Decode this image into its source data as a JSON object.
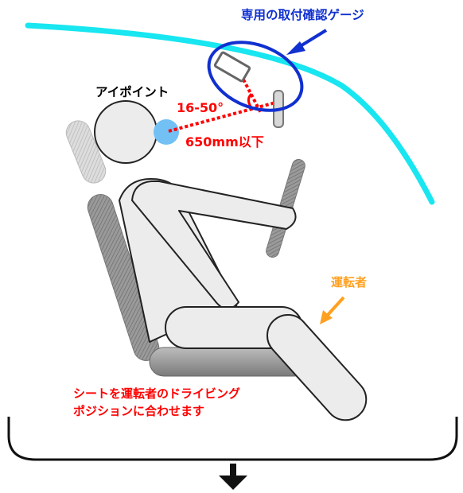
{
  "labels": {
    "gauge_title": "専用の取付確認ゲージ",
    "eye_point": "アイポイント",
    "angle": "16-50°",
    "distance": "650mm以下",
    "driver": "運転者",
    "seat_instruction_line1": "シートを運転者のドライビング",
    "seat_instruction_line2": "ポジションに合わせます"
  },
  "colors": {
    "windshield": "#18e6f0",
    "callout": "#1030d0",
    "red": "#ff0000",
    "orange": "#ffa020",
    "eye": "#72c0f4",
    "body_fill": "#ececec",
    "body_stroke": "#222222",
    "seat": "#8a8a8a"
  }
}
